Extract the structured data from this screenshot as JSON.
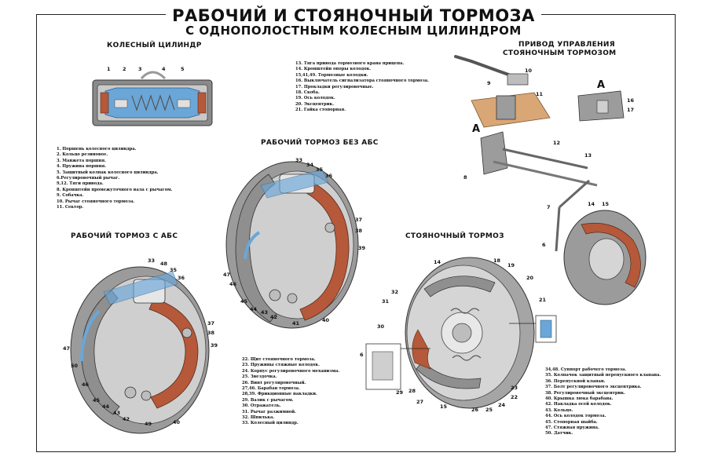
{
  "title": {
    "line1": "РАБОЧИЙ И СТОЯНОЧНЫЙ ТОРМОЗА",
    "line2": "С ОДНОПОЛОСТНЫМ КОЛЕСНЫМ ЦИЛИНДРОМ"
  },
  "sections": {
    "wheel_cylinder": "КОЛЕСНЫЙ ЦИЛИНДР",
    "drive": [
      "ПРИВОД УПРАВЛЕНИЯ",
      "СТОЯНОЧНЫМ ТОРМОЗОМ"
    ],
    "brake_no_abs": "РАБОЧИЙ ТОРМОЗ БЕЗ АБС",
    "brake_abs": "РАБОЧИЙ ТОРМОЗ С АБС",
    "parking_brake": "СТОЯНОЧНЫЙ ТОРМОЗ",
    "view_a": "А"
  },
  "legends": {
    "left": [
      "1. Поршень колесного цилиндра.",
      "2. Кольцо резиновое.",
      "3. Манжета поршня.",
      "4. Пружина поршня.",
      "5. Защитный колпак колесного цилиндра.",
      "6.Регулировочный рычаг.",
      "9,12. Тяги привода.",
      "8. Кронштейн промежуточного вала с рычагом.",
      "9. Собачка.",
      "10. Рычаг стояночного тормоза.",
      "11. Сектор."
    ],
    "top_mid": [
      "13. Тяга привода тормозного крана прицепа.",
      "14. Кронштейн опоры колодок.",
      "15,41,49. Тормозные колодки.",
      "16. Выключатель сигнализатора стояночного тормоза.",
      "17. Прокладки регулировочные.",
      "18. Скоба.",
      "19. Ось колодок.",
      "20. Эксцентрик.",
      "21. Гайка стопорная."
    ],
    "bottom_mid": [
      "22. Щит стояночного тормоза.",
      "23. Пружины стяжные колодок.",
      "24. Корпус регулировочного механизма.",
      "25. Звездочка.",
      "26. Винт регулировочный.",
      "27,46. Барабан тормоза.",
      "28,39. Фрикционные накладки.",
      "29. Валик с рычагом.",
      "30. Отражатель.",
      "31. Рычаг разжимной.",
      "32. Шпилька.",
      "33. Колесный цилиндр."
    ],
    "bottom_right": [
      "34,48. Суппорт рабочего тормоза.",
      "35. Колпачок защитный перепускного клапана.",
      "36. Перепускной клапан.",
      "37. Болт регулировочного эксцентрика.",
      "38. Регулировочный эксцентрик.",
      "40. Крышка люка барабана.",
      "42. Накладка осей колодок.",
      "43. Кольцо.",
      "44. Ось колодок тормоза.",
      "45. Стопорная шайба.",
      "47. Стяжная пружина.",
      "50. Датчик."
    ]
  },
  "callouts": {
    "cylinder": [
      "1",
      "2",
      "3",
      "4",
      "5"
    ],
    "no_abs": [
      "33",
      "34",
      "35",
      "36",
      "37",
      "38",
      "39",
      "40",
      "41",
      "42",
      "43",
      "44",
      "45",
      "46",
      "47"
    ],
    "abs": [
      "33",
      "48",
      "35",
      "36",
      "37",
      "38",
      "39",
      "40",
      "42",
      "43",
      "44",
      "45",
      "46",
      "47",
      "49",
      "50"
    ],
    "parking": [
      "14",
      "18",
      "19",
      "20",
      "21",
      "22",
      "23",
      "24",
      "25",
      "26",
      "27",
      "28",
      "29",
      "30",
      "31",
      "32",
      "15",
      "6"
    ],
    "drive": [
      "10",
      "9",
      "11",
      "8",
      "12",
      "13",
      "7",
      "14",
      "15",
      "6",
      "16",
      "17"
    ]
  },
  "colors": {
    "lining": "#b5593a",
    "metal_light": "#d8d8d8",
    "metal_dark": "#7a7a7a",
    "section_blue": "#6aa7d8",
    "plate_tan": "#d9a675"
  }
}
